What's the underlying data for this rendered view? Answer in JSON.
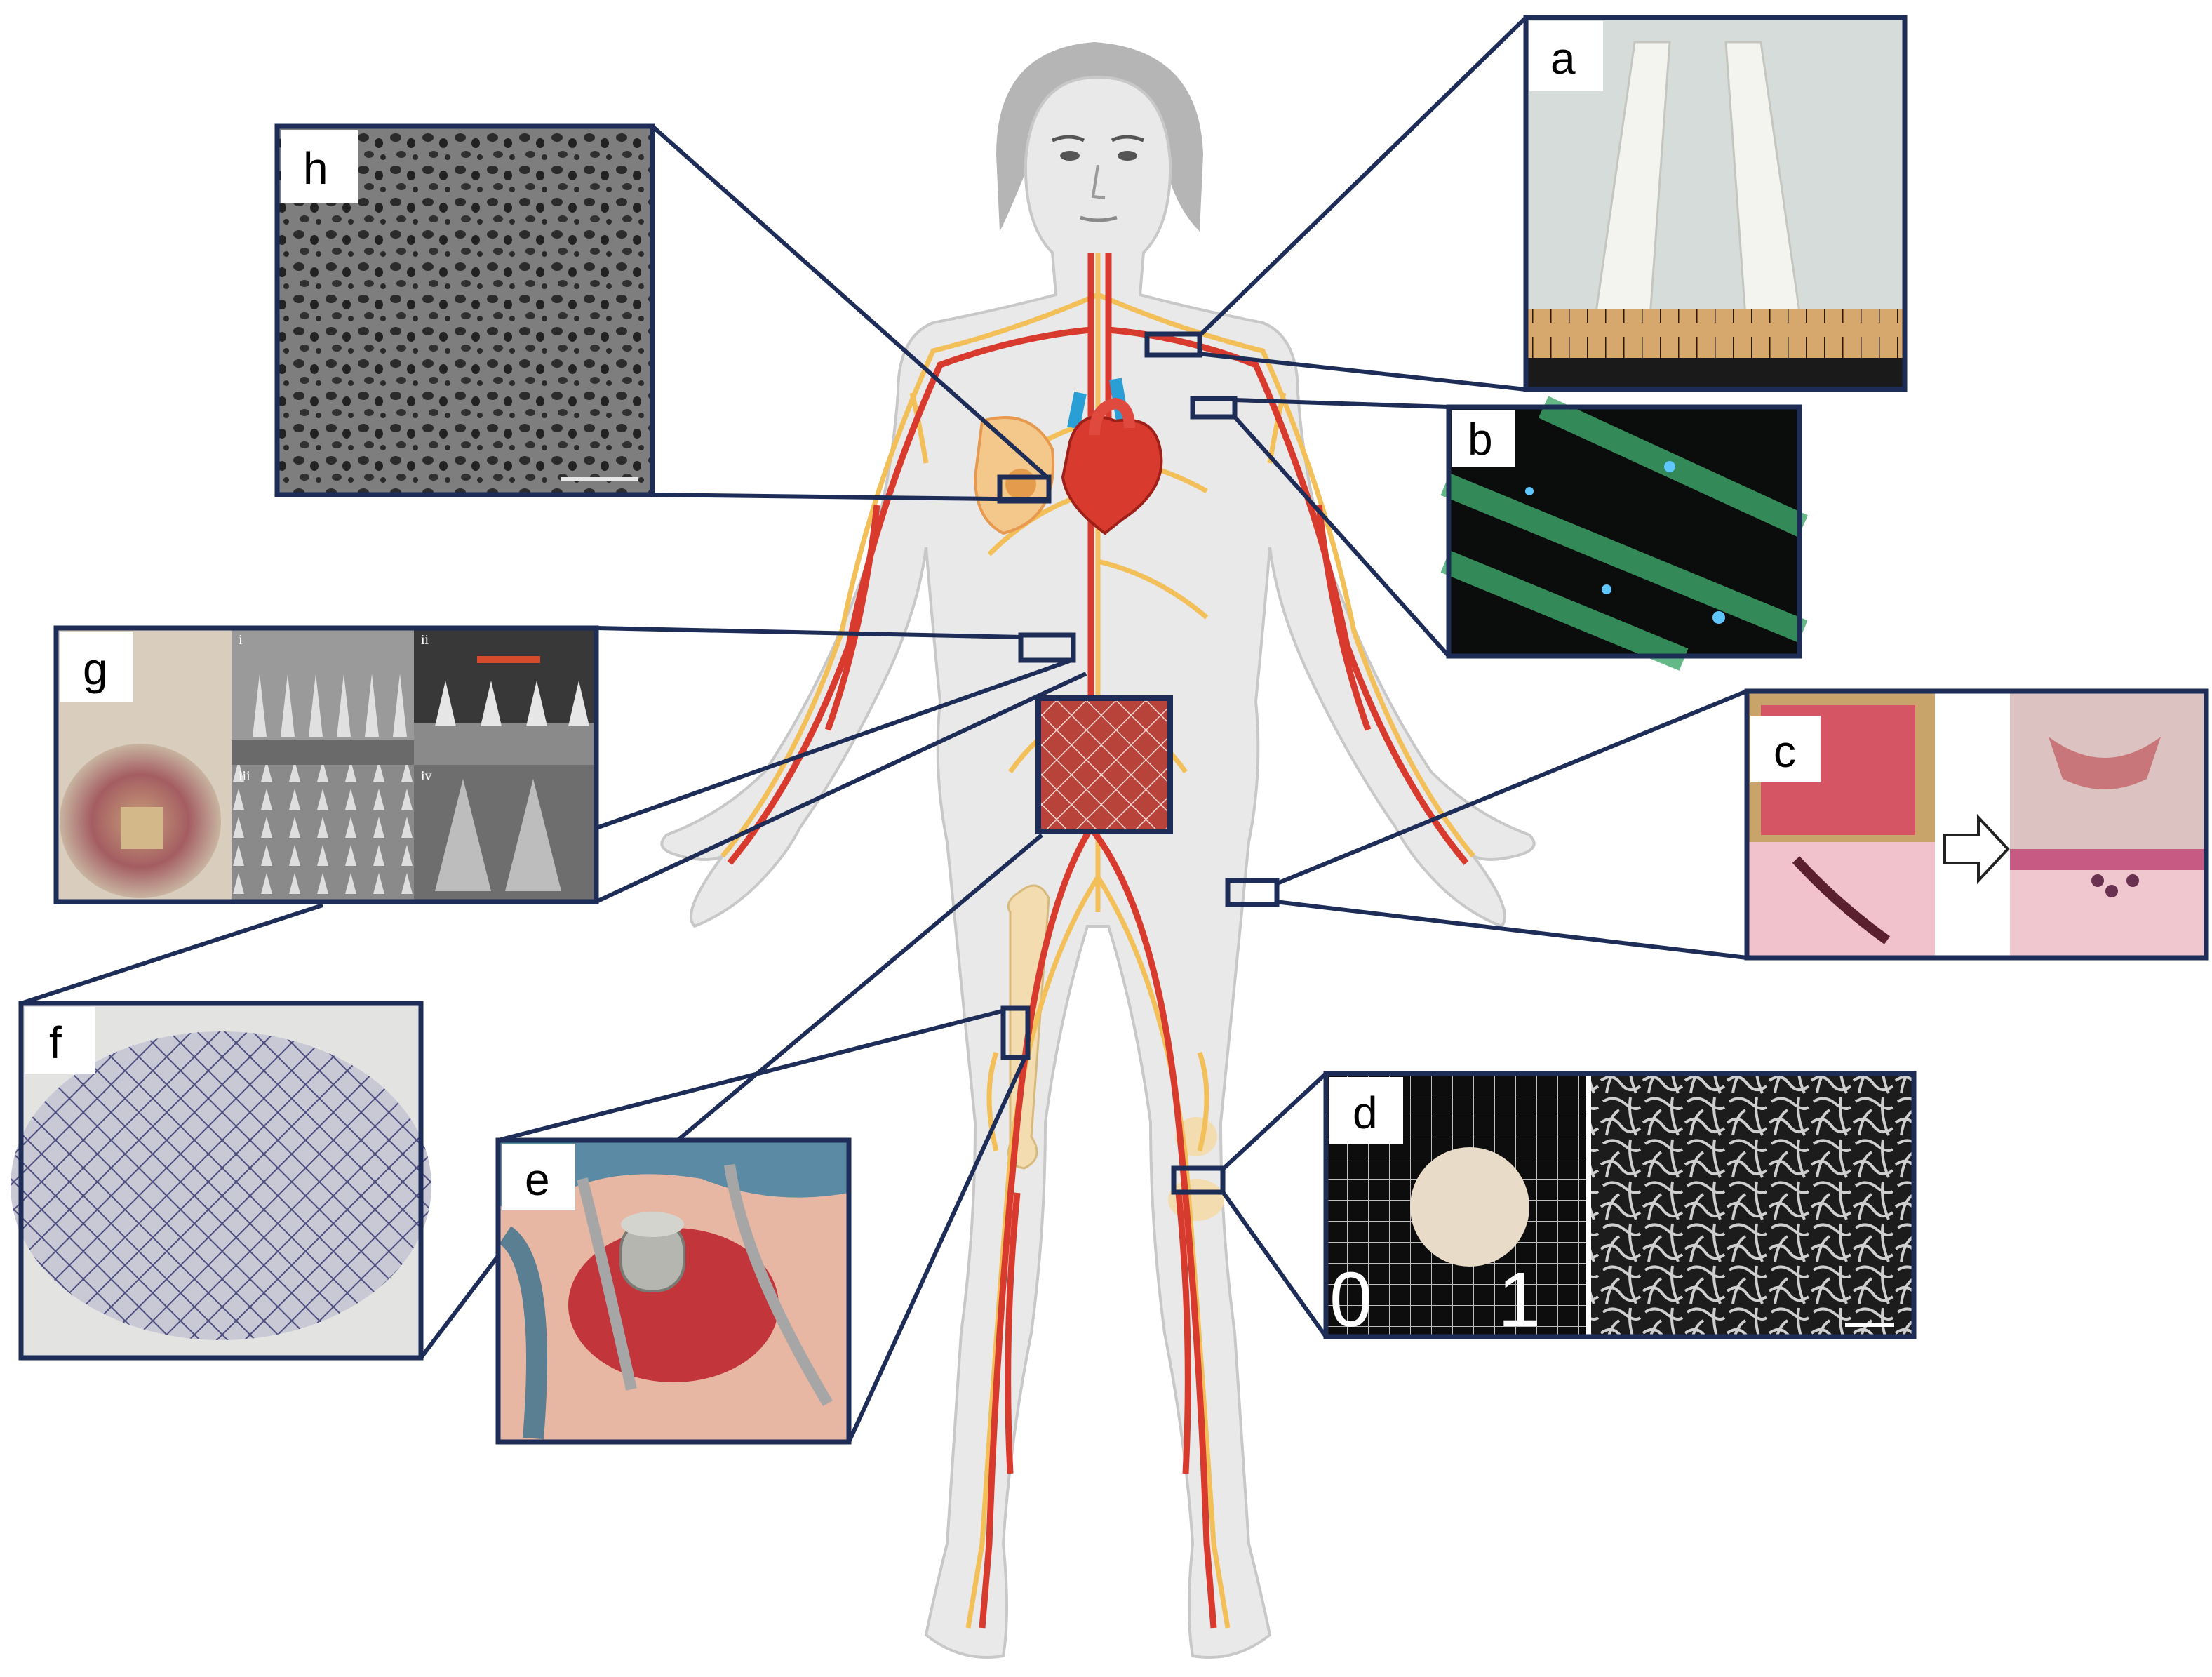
{
  "panels": {
    "a": {
      "label": "a",
      "caption": ""
    },
    "b": {
      "label": "b"
    },
    "c": {
      "label": "c"
    },
    "d": {
      "label": "d",
      "ruler_left": "0",
      "ruler_right": "1"
    },
    "e": {
      "label": "e"
    },
    "f": {
      "label": "f"
    },
    "g": {
      "label": "g",
      "sub_labels": [
        "i",
        "ii",
        "iii",
        "iv"
      ]
    },
    "h": {
      "label": "h"
    }
  },
  "colors": {
    "frame": "#1d2d57",
    "artery": "#d93a2e",
    "nerve": "#f2bf59",
    "vein": "#2a9fd6",
    "skin": "#e9e9e9",
    "hair": "#b5b5b5"
  },
  "icons": [
    "human-body-illustration",
    "heart-icon",
    "arrow-right-icon"
  ]
}
